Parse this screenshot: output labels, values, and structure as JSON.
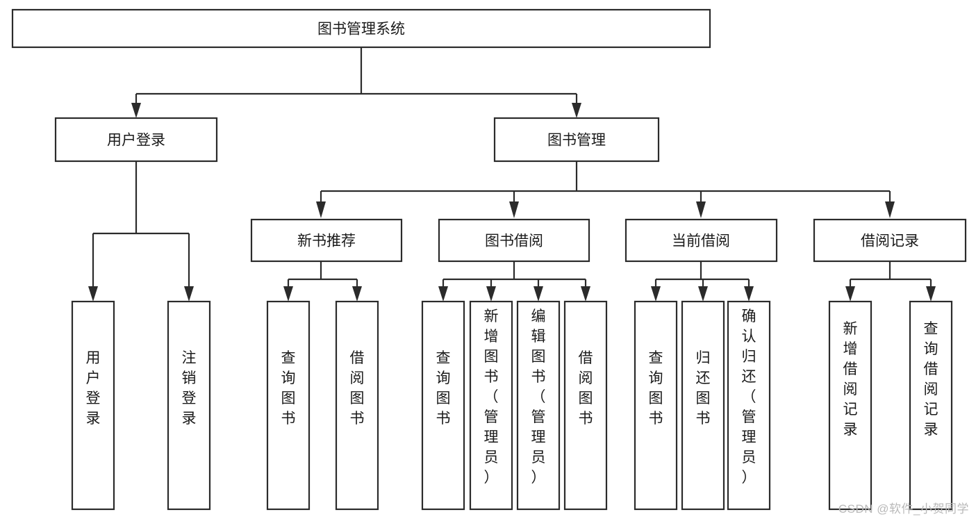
{
  "diagram": {
    "type": "tree-hierarchy",
    "title": "图书管理系统",
    "watermark": "CSDN @软件_小贺同学",
    "colors": {
      "background": "#ffffff",
      "stroke": "#2b2b2b",
      "box_fill": "#ffffff",
      "text": "#1a1a1a",
      "watermark": "#b9b9b9"
    },
    "root": {
      "label": "图书管理系统"
    },
    "level2": [
      {
        "label": "用户登录"
      },
      {
        "label": "图书管理"
      }
    ],
    "level3": [
      {
        "label": "新书推荐"
      },
      {
        "label": "图书借阅"
      },
      {
        "label": "当前借阅"
      },
      {
        "label": "借阅记录"
      }
    ],
    "leaves": {
      "user_login": [
        {
          "label": "用户登录"
        },
        {
          "label": "注销登录"
        }
      ],
      "new_book": [
        {
          "label": "查询图书"
        },
        {
          "label": "借阅图书"
        }
      ],
      "borrow_book": [
        {
          "label": "查询图书"
        },
        {
          "label": "新增图书（管理员）"
        },
        {
          "label": "编辑图书（管理员）"
        },
        {
          "label": "借阅图书"
        }
      ],
      "current_borrow": [
        {
          "label": "查询图书"
        },
        {
          "label": "归还图书"
        },
        {
          "label": "确认归还（管理员）"
        }
      ],
      "borrow_record": [
        {
          "label": "新增借阅记录"
        },
        {
          "label": "查询借阅记录"
        }
      ]
    }
  }
}
